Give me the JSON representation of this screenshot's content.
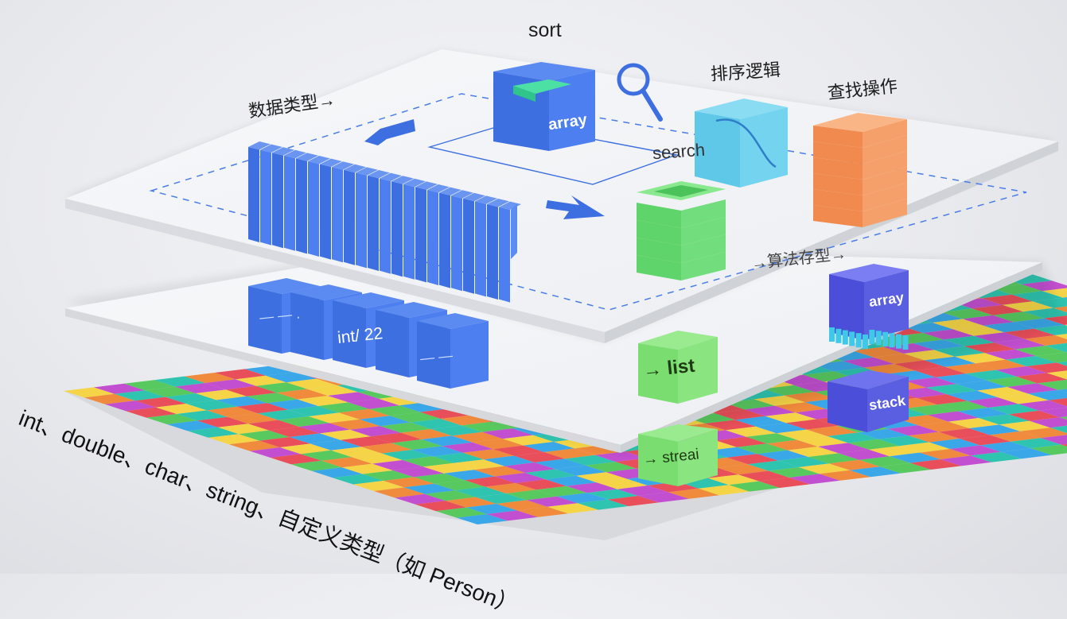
{
  "labels": {
    "sort": "sort",
    "search": "search",
    "data_types": "数据类型→",
    "sort_logic": "排序逻辑",
    "search_op": "查找操作",
    "algo_storage": "→算法存型→",
    "types_caption": "int、double、char、string、自定义类型（如 Person）"
  },
  "blocks": {
    "array_top": "array",
    "array_right": "array",
    "int22": "int/ 22",
    "dash1": "— — .",
    "dash2": "— —",
    "list": "→ list",
    "stack": "stack",
    "stream": "→ streai"
  },
  "colors": {
    "blue": "#3d6fe0",
    "sky": "#5fc8e8",
    "green": "#79dd6f",
    "orange": "#f5935a",
    "indigo": "#5a5ee0"
  }
}
